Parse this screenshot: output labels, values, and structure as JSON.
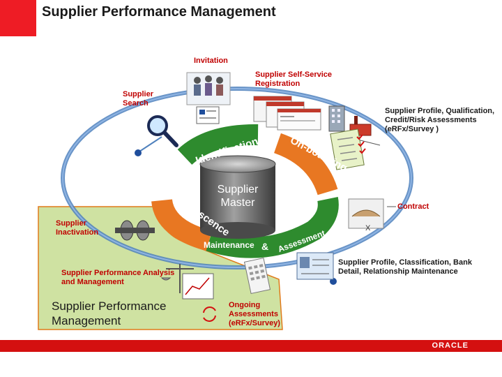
{
  "slide": {
    "title": "Supplier Performance Management"
  },
  "labels": {
    "invitation": "Invitation",
    "self_service": "Supplier Self-Service Registration",
    "supplier_search": "Supplier Search",
    "profile_qualification": "Supplier Profile, Qualification, Credit/Risk Assessments (eRFx/Survey )",
    "contract": "Contract",
    "inactivation": "Supplier Inactivation",
    "profile_maintenance": "Supplier Profile, Classification, Bank Detail, Relationship Maintenance",
    "performance_analysis": "Supplier Performance Analysis and Management",
    "spm_big": "Supplier Performance Management",
    "ongoing": "Ongoing Assessments (eRFx/Survey)"
  },
  "ring_labels": {
    "identification": "Identification",
    "onboarding": "On-boarding",
    "obsolescence": "Obsolescence",
    "maintenance": "Maintenance",
    "amp": "&",
    "assessment": "Assessment"
  },
  "center": {
    "line1": "Supplier",
    "line2": "Master"
  },
  "footer": {
    "brand": "ORACLE"
  },
  "colors": {
    "accent_red": "#ee1c25",
    "ring_green": "#2e8b2e",
    "ring_orange": "#e87722",
    "blue_ring": "#4f81bd",
    "callout_green": "#cfe2a2",
    "db_gray": "#555555"
  }
}
